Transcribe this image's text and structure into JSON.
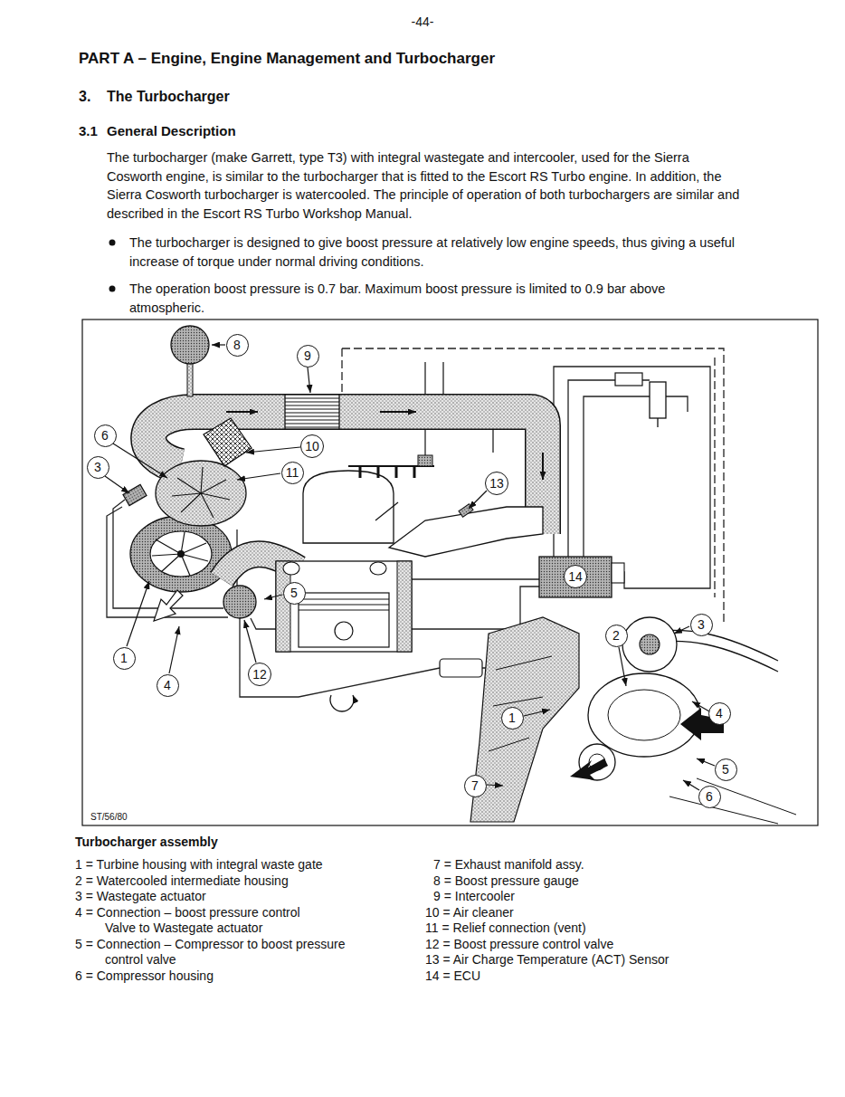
{
  "diagram": {
    "title": "PART A – Engine, Engine Management and Turbocharger",
    "caption": "Turbocharger assembly",
    "nodes": [
      {
        "text": [
          "8"
        ]
      },
      {
        "text": [
          "9"
        ]
      },
      {
        "text": [
          "6"
        ]
      },
      {
        "text": [
          "10"
        ]
      },
      {
        "text": [
          "3"
        ]
      },
      {
        "text": [
          "11"
        ]
      },
      {
        "text": [
          "13"
        ]
      },
      {
        "text": [
          "14"
        ]
      },
      {
        "text": [
          "5"
        ]
      },
      {
        "text": [
          "3"
        ]
      },
      {
        "text": [
          "2"
        ]
      },
      {
        "text": [
          "1"
        ]
      },
      {
        "text": [
          "12"
        ]
      },
      {
        "text": [
          "4"
        ]
      },
      {
        "text": [
          "4"
        ]
      },
      {
        "text": [
          "1"
        ]
      },
      {
        "text": [
          "5"
        ]
      },
      {
        "text": [
          "7"
        ]
      },
      {
        "text": [
          "6"
        ]
      }
    ],
    "labels": [
      "-44-",
      "3.",
      "The Turbocharger",
      "3.1",
      "General Description",
      "The turbocharger (make Garrett, type T3) with integral wastegate and intercooler, used for the Sierra Cosworth engine, is similar to the turbocharger that is fitted to the Escort RS Turbo engine. In addition, the Sierra Cosworth turbocharger is watercooled. The principle of operation of both turbochargers are similar and described in the Escort RS Turbo Workshop Manual.",
      "The turbocharger is designed to give boost pressure at relatively low engine speeds, thus giving a useful increase of torque under normal driving conditions.",
      "The operation boost pressure is 0.7 bar. Maximum boost pressure is limited to 0.9 bar above atmospheric.",
      "ST/56/80",
      "1 = Turbine housing with integral waste gate",
      "2 = Watercooled intermediate housing",
      "3 = Wastegate actuator",
      "4 = Connection – boost pressure control Valve to Wastegate actuator",
      "5 = Connection – Compressor to boost pressure control valve",
      "6 = Compressor housing",
      "7 = Exhaust manifold assy.",
      "8 = Boost pressure gauge",
      "9 = Intercooler",
      "10 = Air cleaner",
      "11 = Relief connection (vent)",
      "12 = Boost pressure control valve",
      "13 = Air Charge Temperature (ACT) Sensor",
      "14 = ECU"
    ]
  }
}
